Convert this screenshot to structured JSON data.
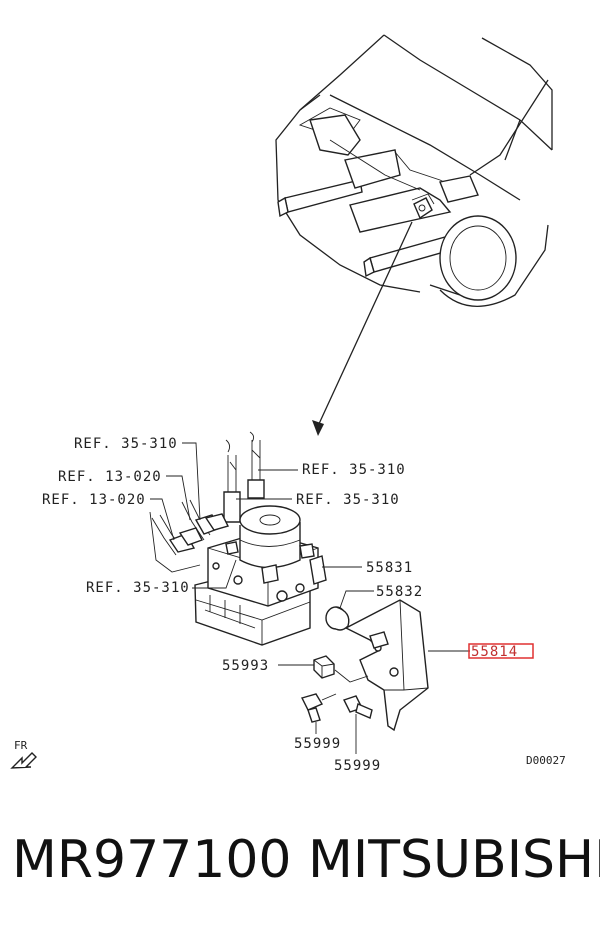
{
  "labels": {
    "ref_35_310_a": "REF. 35-310",
    "ref_13_020_a": "REF. 13-020",
    "ref_13_020_b": "REF. 13-020",
    "ref_35_310_b": "REF. 35-310",
    "ref_35_310_c": "REF. 35-310",
    "ref_35_310_d": "REF. 35-310",
    "p55831": "55831",
    "p55832": "55832",
    "p55814": "55814",
    "p55993": "55993",
    "p55999_a": "55999",
    "p55999_b": "55999",
    "fr": "FR",
    "diagram_code": "D00027"
  },
  "caption": {
    "part_number": "MR977100",
    "brand": "MITSUBISHI"
  },
  "colors": {
    "highlight": "#e03030",
    "line": "#222222"
  }
}
